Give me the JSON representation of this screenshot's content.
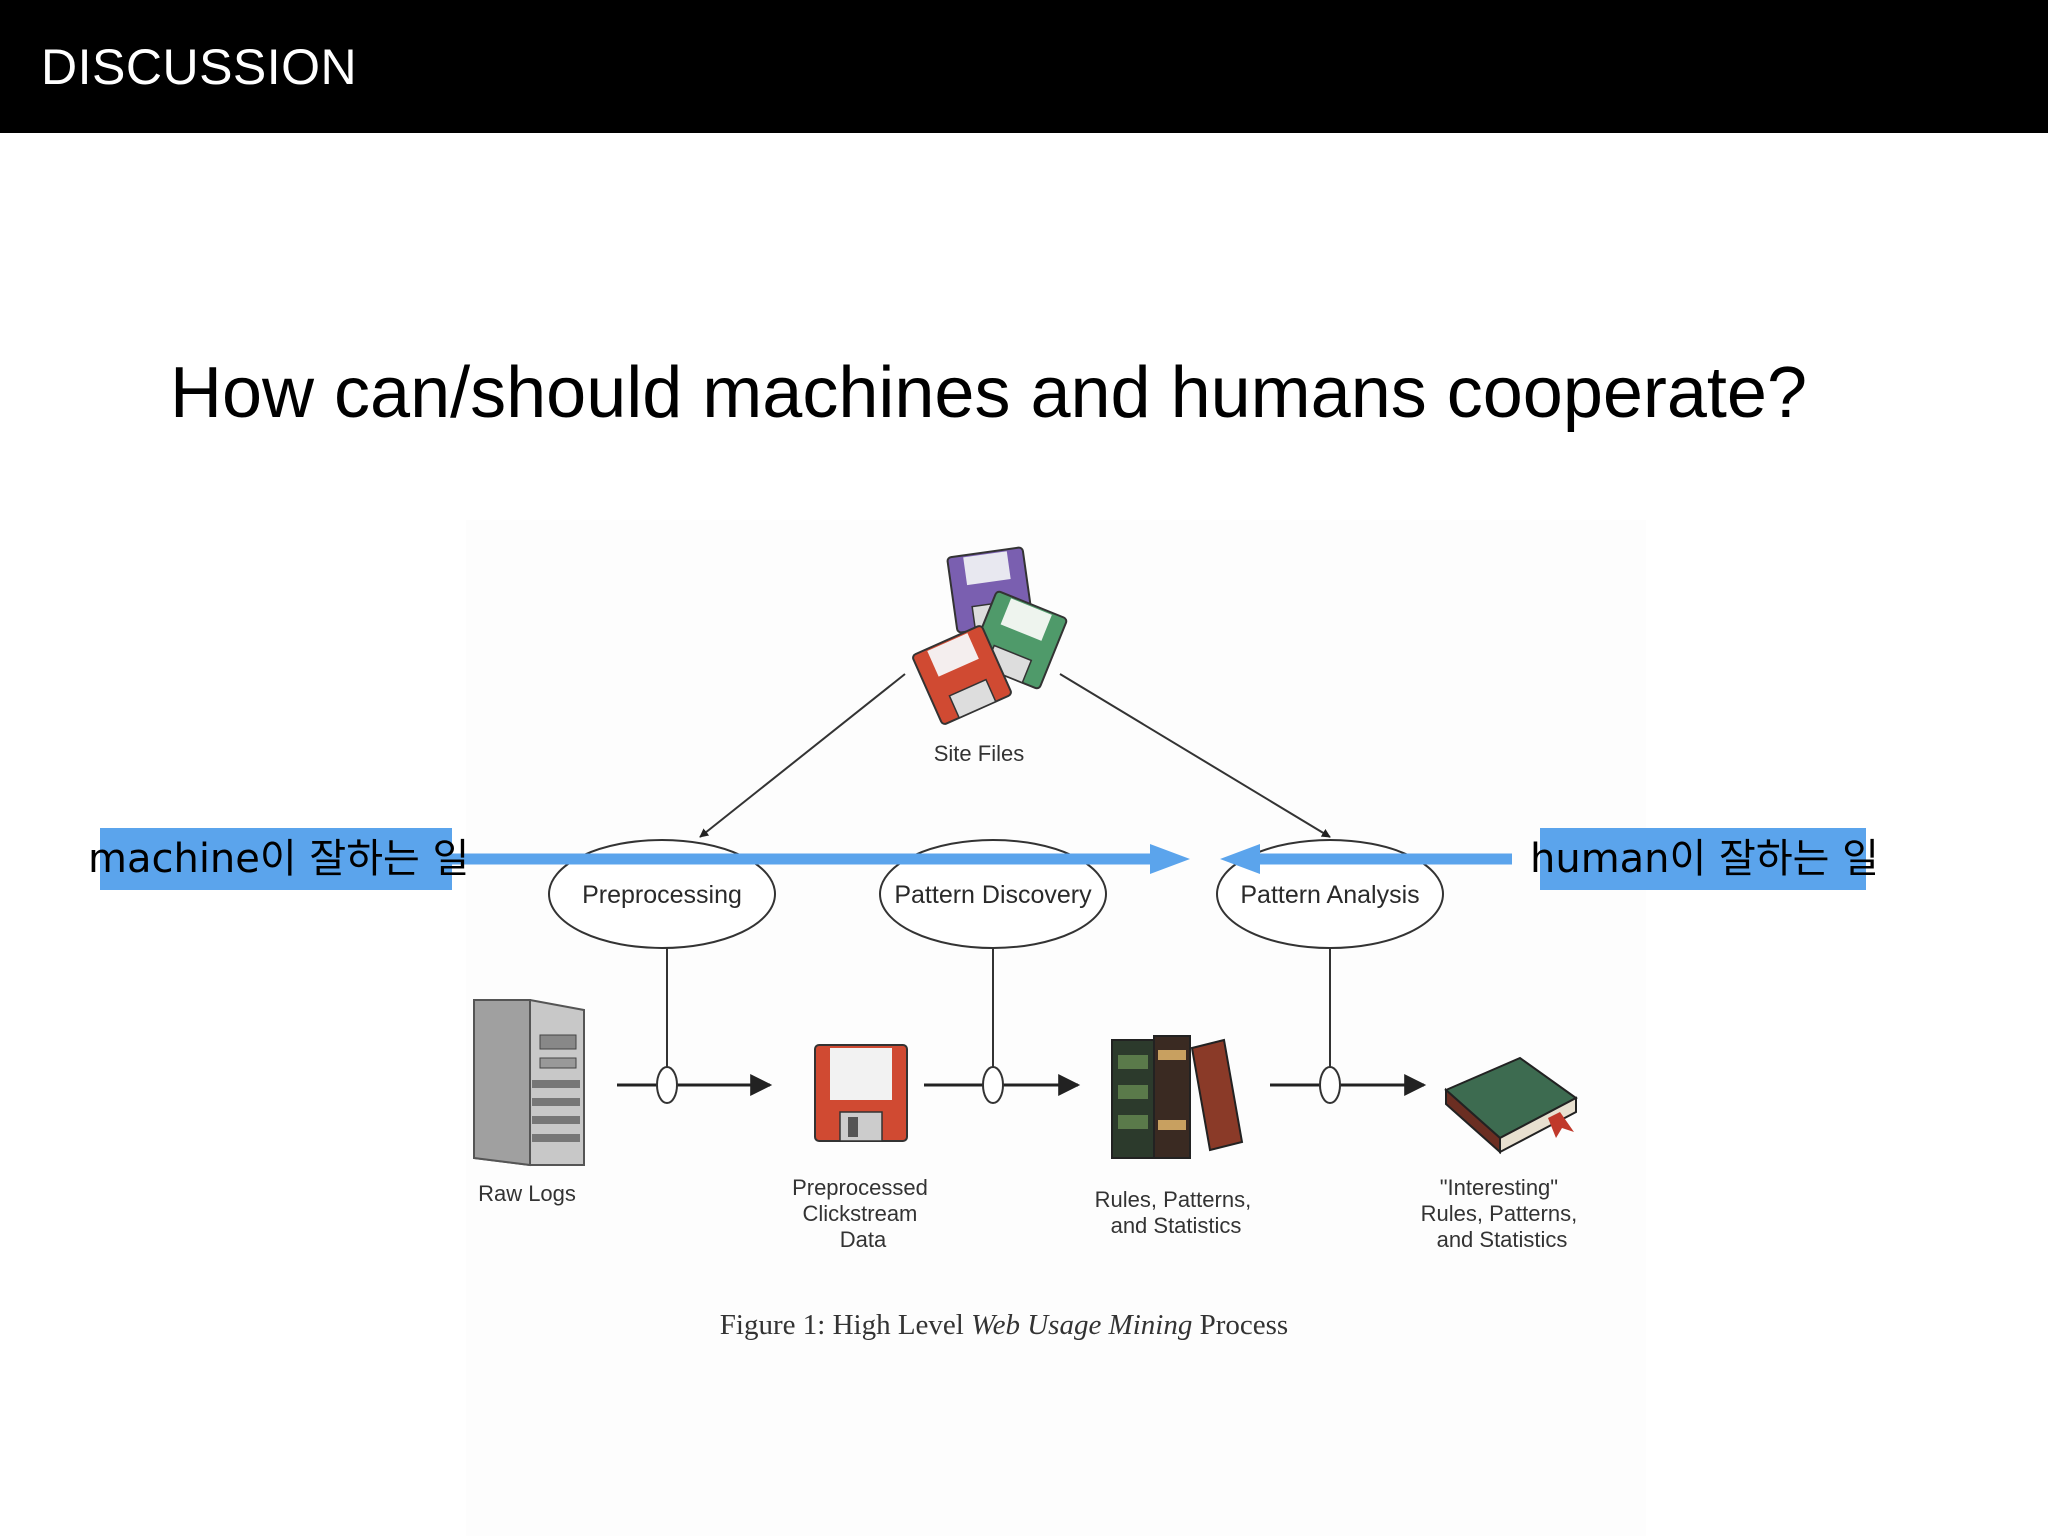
{
  "header": {
    "title": "DISCUSSION"
  },
  "question": "How can/should machines and humans cooperate?",
  "highlights": {
    "machine": "machine이 잘하는 일",
    "human": "human이 잘하는 일",
    "color": "#5ba4ec"
  },
  "diagram": {
    "top_node": {
      "label": "Site Files"
    },
    "processes": [
      {
        "label": "Preprocessing"
      },
      {
        "label": "Pattern Discovery"
      },
      {
        "label": "Pattern Analysis"
      }
    ],
    "artifacts": [
      {
        "lines": [
          "Raw Logs"
        ]
      },
      {
        "lines": [
          "Preprocessed",
          "Clickstream",
          "Data"
        ]
      },
      {
        "lines": [
          "Rules, Patterns,",
          "and Statistics"
        ]
      },
      {
        "lines": [
          "\"Interesting\"",
          "Rules, Patterns,",
          "and Statistics"
        ]
      }
    ],
    "caption": {
      "prefix": "Figure 1:  High Level ",
      "italic": "Web Usage Mining",
      "suffix": " Process"
    }
  }
}
